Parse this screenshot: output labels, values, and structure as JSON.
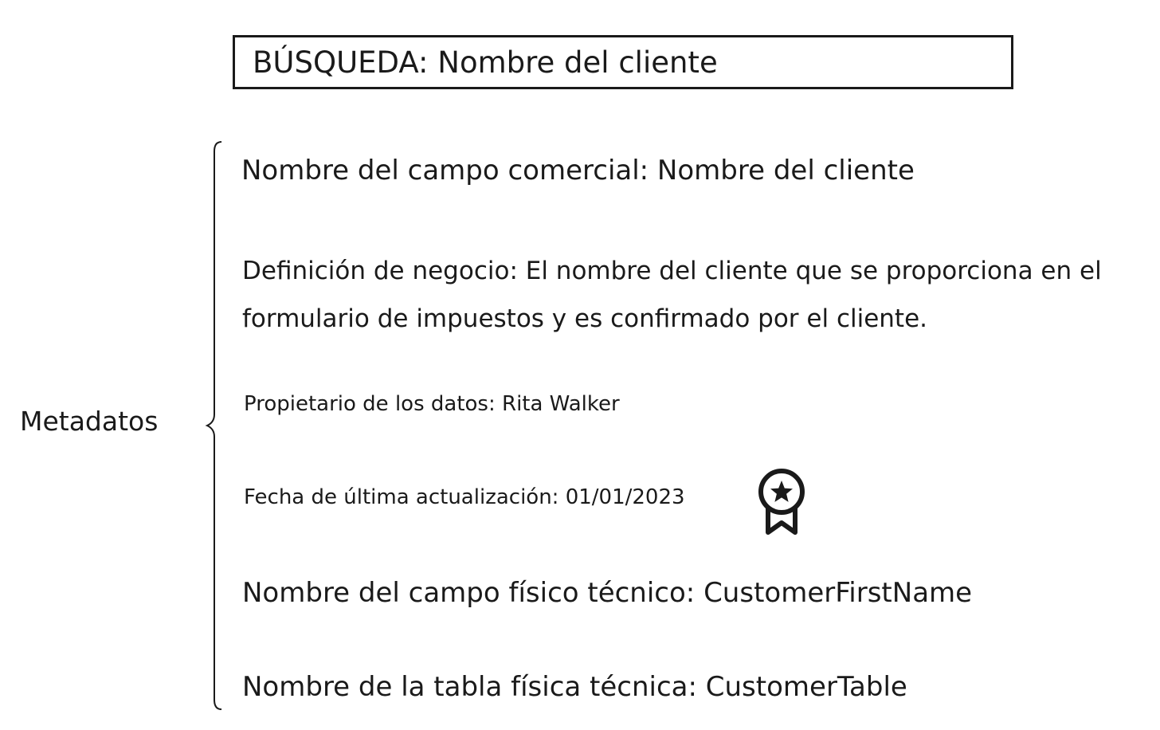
{
  "search": {
    "label": "BÚSQUEDA: Nombre del cliente"
  },
  "metadata": {
    "group_label": "Metadatos",
    "fields": {
      "commercial_name": "Nombre del campo comercial: Nombre del cliente",
      "business_definition": "Definición de negocio: El nombre del cliente que se proporciona en el formulario de impuestos y es confirmado por el cliente.",
      "data_owner": "Propietario de los datos: Rita Walker",
      "last_updated": "Fecha de última actualización: 01/01/2023",
      "physical_field": "Nombre del campo físico técnico: CustomerFirstName",
      "physical_table": "Nombre de la tabla física técnica: CustomerTable"
    },
    "certified_icon": "award-ribbon-star-icon"
  },
  "colors": {
    "ink": "#1a1a1a",
    "background": "#ffffff"
  }
}
